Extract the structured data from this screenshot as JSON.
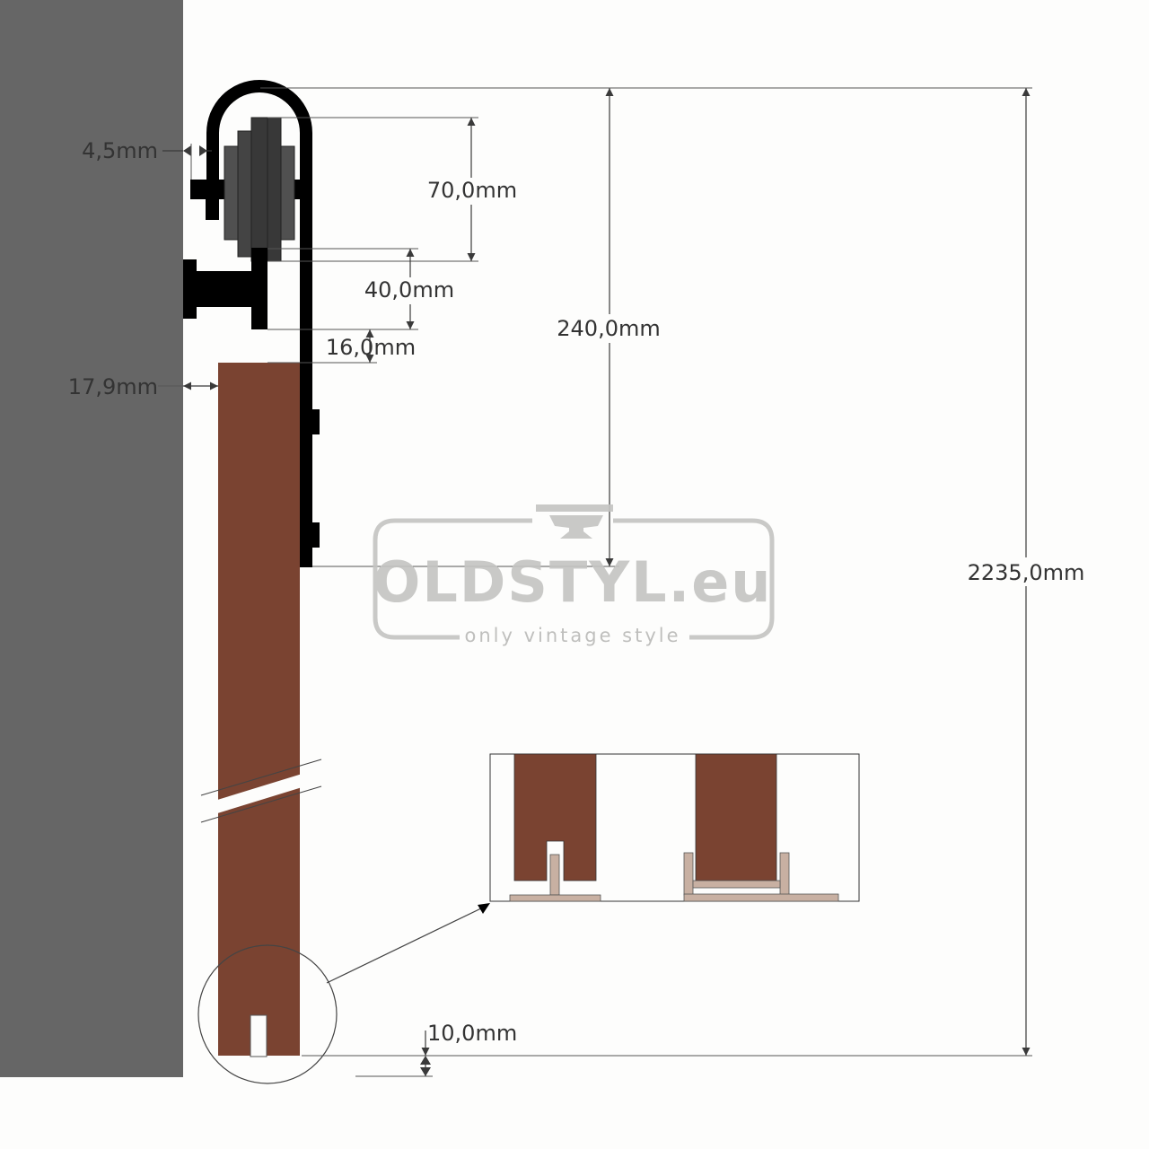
{
  "dimensions": {
    "gap_wall_wheel": "4,5mm",
    "wheel_height": "70,0mm",
    "wheel_to_standoff": "40,0mm",
    "standoff_to_door": "16,0mm",
    "gap_wall_door": "17,9mm",
    "strap_height": "240,0mm",
    "total_height": "2235,0mm",
    "floor_clearance": "10,0mm"
  },
  "watermark": {
    "brand": "OLDSTYL.eu",
    "tagline": "only vintage style"
  },
  "colors": {
    "wall": "#666666",
    "door": "#7a4331",
    "hardware": "#000000",
    "wheel": "#4a4a4a",
    "guide": "#c8b0a2",
    "background": "#fdfdfc"
  }
}
